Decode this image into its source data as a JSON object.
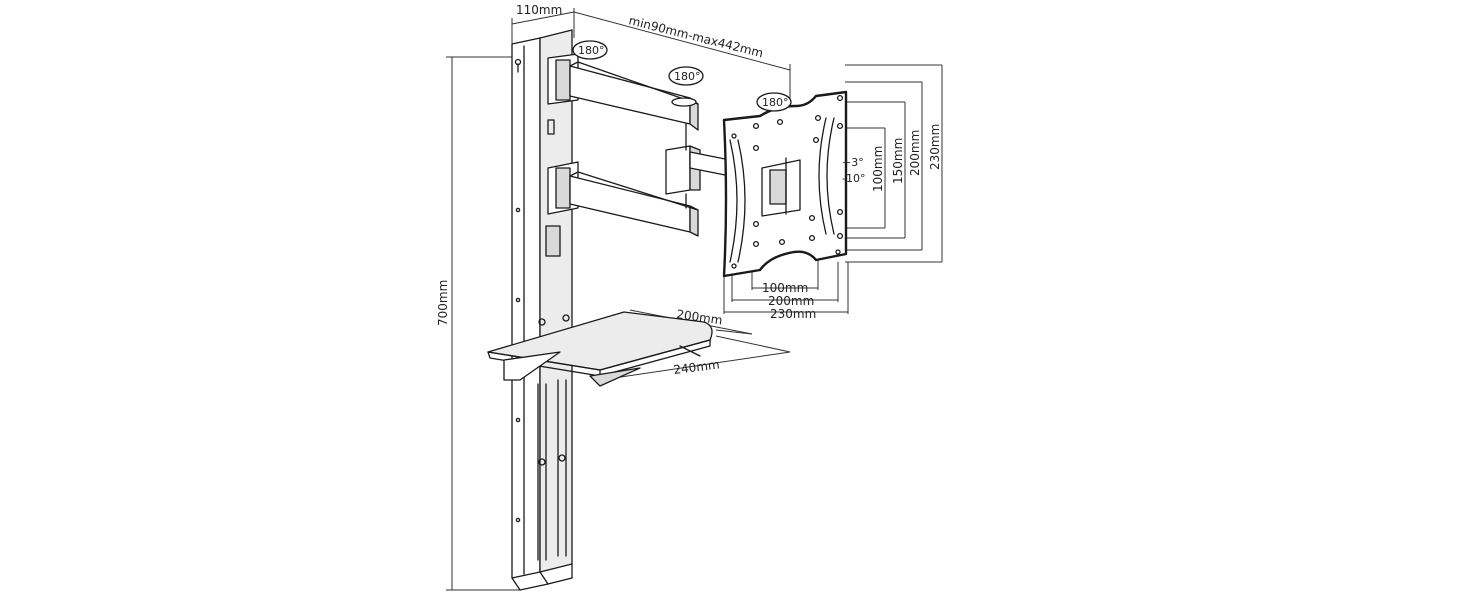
{
  "labels": {
    "wall_offset": "110mm",
    "arm_extension": "min90mm-max442mm",
    "rot_top": "180°",
    "rot_mid": "180°",
    "rot_head": "180°",
    "tilt_up": "+3°",
    "tilt_down": "-10°",
    "vesa_v_100": "100mm",
    "vesa_v_150": "150mm",
    "vesa_v_200": "200mm",
    "vesa_v_230": "230mm",
    "vesa_h_100": "100mm",
    "vesa_h_200": "200mm",
    "vesa_h_230": "230mm",
    "shelf_depth": "200mm",
    "shelf_width": "240mm",
    "height": "700mm"
  },
  "colors": {
    "line": "#1a1a1a",
    "fill_gray": "#d9d9d9",
    "background": "#ffffff"
  }
}
